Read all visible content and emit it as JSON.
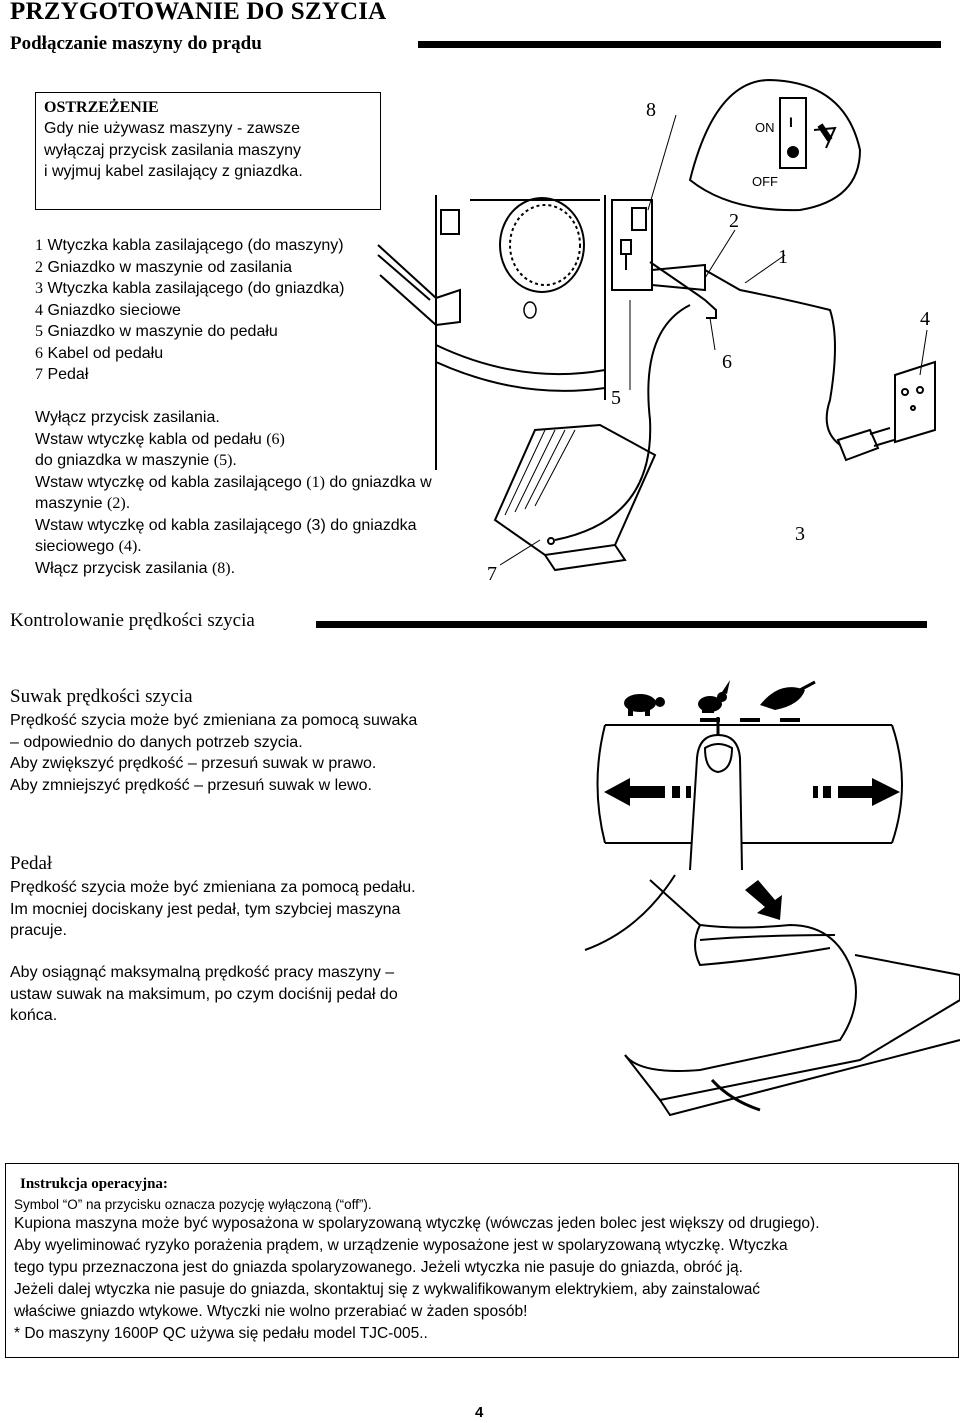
{
  "page": {
    "title": "PRZYGOTOWANIE DO SZYCIA",
    "subtitle": "Podłączanie maszyny do prądu",
    "page_number": "4"
  },
  "warning": {
    "title": "OSTRZEŻENIE",
    "lines": [
      "Gdy nie używasz maszyny - zawsze",
      "wyłączaj przycisk zasilania maszyny",
      "i wyjmuj kabel zasilający z gniazdka."
    ]
  },
  "parts": [
    {
      "n": "1",
      "text": "Wtyczka kabla zasilającego (do maszyny)"
    },
    {
      "n": "2",
      "text": "Gniazdko w maszynie od zasilania"
    },
    {
      "n": "3",
      "text": "Wtyczka kabla zasilającego (do gniazdka)"
    },
    {
      "n": "4",
      "text": "Gniazdko sieciowe"
    },
    {
      "n": "5",
      "text": "Gniazdko w maszynie do pedału"
    },
    {
      "n": "6",
      "text": "Kabel od pedału"
    },
    {
      "n": "7",
      "text": "Pedał"
    }
  ],
  "steps": [
    [
      "Wyłącz przycisk zasilania."
    ],
    [
      "Wstaw wtyczkę kabla od pedału ",
      "(6)"
    ],
    [
      "do gniazdka w maszynie ",
      "(5)",
      "."
    ],
    [
      "Wstaw wtyczkę od kabla zasilającego ",
      "(1)",
      " do gniazdka w"
    ],
    [
      "maszynie ",
      "(2)",
      "."
    ],
    [
      "Wstaw wtyczkę od kabla zasilającego (3) do gniazdka"
    ],
    [
      "sieciowego ",
      "(4)",
      "."
    ],
    [
      "Włącz przycisk zasilania ",
      "(8)",
      "."
    ]
  ],
  "diagram_labels": {
    "l1": "1",
    "l2": "2",
    "l3": "3",
    "l4": "4",
    "l5": "5",
    "l6": "6",
    "l7": "7",
    "l8": "8",
    "on": "ON",
    "off": "OFF",
    "switch_on": "I",
    "socket_o": "O"
  },
  "speed_section": {
    "title": "Kontrolowanie prędkości szycia",
    "slider_title": "Suwak prędkości szycia",
    "slider_lines": [
      "Prędkość szycia może być zmieniana za pomocą suwaka",
      "– odpowiednio do danych potrzeb szycia.",
      "Aby zwiększyć prędkość – przesuń suwak w prawo.",
      "Aby zmniejszyć prędkość – przesuń suwak w lewo."
    ],
    "pedal_title": "Pedał",
    "pedal_lines": [
      "Prędkość szycia może być zmieniana za pomocą pedału.",
      "Im mocniej dociskany jest pedał, tym szybciej maszyna",
      "pracuje."
    ],
    "max_lines": [
      "Aby osiągnąć maksymalną prędkość pracy maszyny –",
      "ustaw suwak na maksimum, po czym dociśnij pedał do",
      "końca."
    ]
  },
  "info": {
    "title": "Instrukcja operacyjna:",
    "symbol_line": "Symbol “O” na przycisku oznacza pozycję wyłączoną (“off”).",
    "lines": [
      "Kupiona maszyna może być wyposażona w spolaryzowaną wtyczkę (wówczas jeden bolec jest większy od drugiego).",
      "Aby wyeliminować ryzyko porażenia prądem, w urządzenie wyposażone jest w spolaryzowaną wtyczkę. Wtyczka",
      "tego typu przeznaczona jest do gniazda spolaryzowanego. Jeżeli wtyczka nie pasuje do gniazda, obróć ją.",
      "Jeżeli dalej wtyczka nie pasuje do gniazda, skontaktuj się z wykwalifikowanym elektrykiem, aby zainstalować",
      "właściwe gniazdo wtykowe. Wtyczki nie wolno przerabiać w żaden sposób!",
      "* Do maszyny 1600P QC używa się pedału model TJC-005.."
    ]
  }
}
